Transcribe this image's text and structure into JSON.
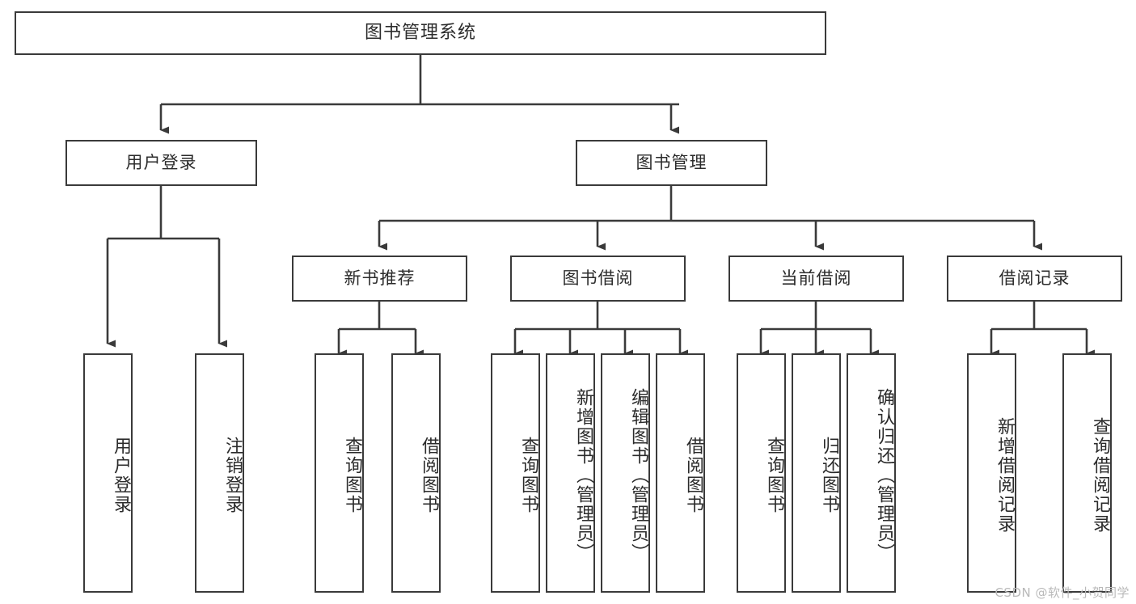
{
  "diagram": {
    "title": "图书管理系统",
    "type": "tree",
    "watermark": "CSDN @软件_小贺同学",
    "colors": {
      "box_border": "#3a3a3a",
      "box_fill": "#ffffff",
      "edge": "#3a3a3a",
      "text": "#2b2b2b",
      "watermark": "#b9b9b9",
      "background": "#ffffff"
    },
    "root": {
      "label": "图书管理系统"
    },
    "level2": [
      {
        "id": "user-login",
        "label": "用户登录"
      },
      {
        "id": "book-manage",
        "label": "图书管理"
      }
    ],
    "level3": [
      {
        "id": "new-book-recommend",
        "label": "新书推荐",
        "parent": "book-manage"
      },
      {
        "id": "book-borrow",
        "label": "图书借阅",
        "parent": "book-manage"
      },
      {
        "id": "current-borrow",
        "label": "当前借阅",
        "parent": "book-manage"
      },
      {
        "id": "borrow-record",
        "label": "借阅记录",
        "parent": "book-manage"
      }
    ],
    "leaves": {
      "user-login": [
        {
          "id": "leaf-user-login",
          "label": "用户登录"
        },
        {
          "id": "leaf-user-logout",
          "label": "注销登录"
        }
      ],
      "new-book-recommend": [
        {
          "id": "leaf-query-book-1",
          "label": "查询图书"
        },
        {
          "id": "leaf-borrow-book-1",
          "label": "借阅图书"
        }
      ],
      "book-borrow": [
        {
          "id": "leaf-query-book-2",
          "label": "查询图书"
        },
        {
          "id": "leaf-add-book",
          "label": "新增图书（管理员）"
        },
        {
          "id": "leaf-edit-book",
          "label": "编辑图书（管理员）"
        },
        {
          "id": "leaf-borrow-book-2",
          "label": "借阅图书"
        }
      ],
      "current-borrow": [
        {
          "id": "leaf-query-book-3",
          "label": "查询图书"
        },
        {
          "id": "leaf-return-book",
          "label": "归还图书"
        },
        {
          "id": "leaf-confirm-return",
          "label": "确认归还（管理员）"
        }
      ],
      "borrow-record": [
        {
          "id": "leaf-add-record",
          "label": "新增借阅记录"
        },
        {
          "id": "leaf-query-record",
          "label": "查询借阅记录"
        }
      ]
    }
  }
}
